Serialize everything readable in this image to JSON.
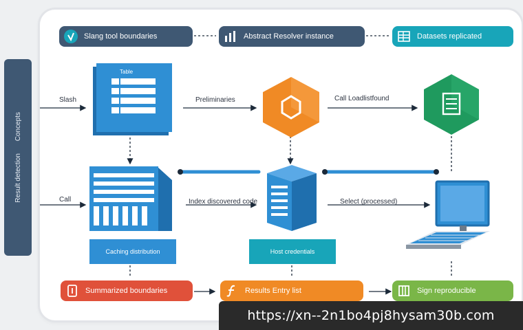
{
  "header": {
    "left_label": "Slang tool boundaries",
    "mid_label": "Abstract Resolver instance",
    "right_label": "Datasets replicated"
  },
  "side_panel": {
    "text_a": "Concepts",
    "text_b": "Result detection"
  },
  "labels": {
    "row1_in": "Slash",
    "row1_mid": "Preliminaries",
    "row1_right": "Call Loadlistfound",
    "row2_in": "Call",
    "row2_mid": "Index discovered code",
    "row2_right": "Select (processed)",
    "row1_doc_title": "Table",
    "row2_caption": "Caching distribution",
    "server_caption": "Host credentials"
  },
  "footer": {
    "left_label": "Summarized boundaries",
    "mid_label": "Results Entry list",
    "right_label": "Sign reproducible"
  },
  "watermark": {
    "url": "https://xn--2n1bo4pj8hysam30b.com"
  },
  "colors": {
    "navy": "#3f5873",
    "teal": "#18a5b9",
    "blue": "#2f8fd4",
    "orange": "#f08a25",
    "green": "#1f9a5e",
    "red": "#e0513a",
    "lime": "#7ab648"
  }
}
